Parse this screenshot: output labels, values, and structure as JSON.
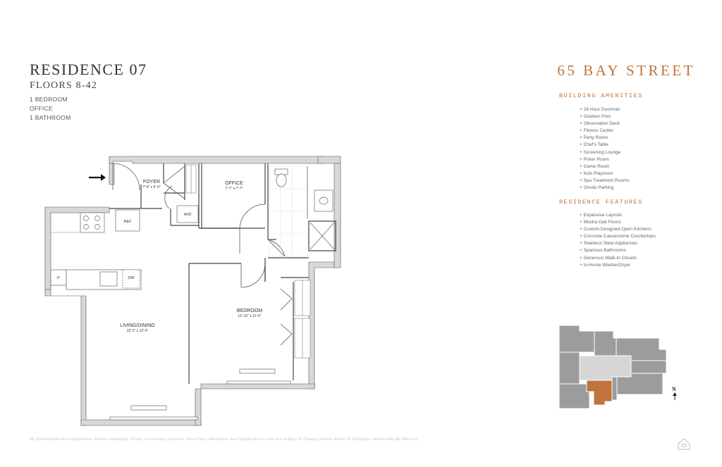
{
  "header": {
    "residence": "RESIDENCE 07",
    "floors": "FLOORS 8-42",
    "details": [
      "1 BEDROOM",
      "OFFICE",
      "1 BATHROOM"
    ]
  },
  "brand": "65 BAY STREET",
  "amenities": {
    "title": "BUILDING AMENITIES",
    "items": [
      "+ 24-Hour Doorman",
      "+ Outdoor Pool",
      "+ Observation Deck",
      "+ Fitness Center",
      "+ Party Room",
      "+ Chef's Table",
      "+ Screening Lounge",
      "+ Poker Room",
      "+ Game Room",
      "+ Kids Playroom",
      "+ Spa Treatment Rooms",
      "+ Onsite Parking"
    ]
  },
  "features": {
    "title": "RESIDENCE FEATURES",
    "items": [
      "+ Expansive Layouts",
      "+ Mocha Oak Floors",
      "+ Custom Designed Open Kitchens",
      "+ Concrete Caesarstone Countertops",
      "+ Stainless Steel Appliances",
      "+ Spacious Bathrooms",
      "+ Generous Walk-In Closets",
      "+ In-Home Washer/Dryer"
    ]
  },
  "rooms": {
    "foyer": {
      "name": "FOYER",
      "dim": "7'-6\" x 5'-0\""
    },
    "office": {
      "name": "OFFICE",
      "dim": "7'-7\" x 7'-7\""
    },
    "bedroom": {
      "name": "BEDROOM",
      "dim": "12'-10\" x 11'-6\""
    },
    "living": {
      "name": "LIVING/DINING",
      "dim": "13'-2\" x 12'-0\""
    },
    "wd": "W/D",
    "ref": "REF",
    "dw": "DW",
    "pantry": "P"
  },
  "north": "N",
  "disclaimer": "All Specifications Are Approximate. Product Availability, Prices, Community Locations, Floor Plans, Elevations, And Specification Levels Are Subject To Change Without Notice Or Obligation. Homes May Be Mirrored.",
  "colors": {
    "accent": "#c0733a",
    "wall": "#d8d8d8",
    "keyplan_gray": "#9c9c9c",
    "keyplan_light": "#d6d6d6"
  }
}
